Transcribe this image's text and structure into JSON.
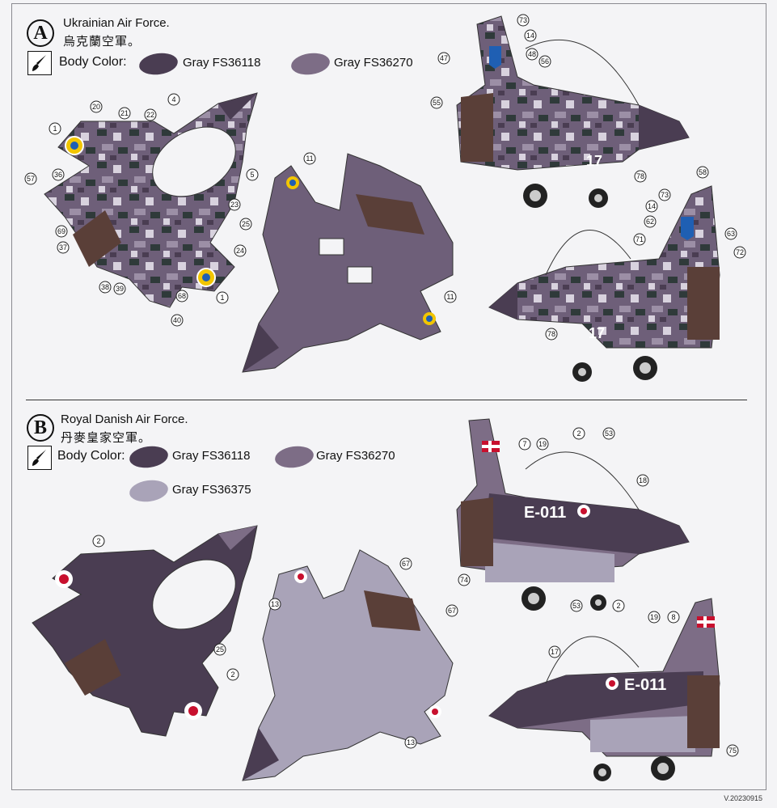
{
  "sections": [
    {
      "letter": "A",
      "title_en": "Ukrainian Air Force.",
      "title_zh": "烏克蘭空軍。",
      "body_color_label": "Body Color:",
      "colors": [
        {
          "name": "Gray FS36118",
          "hex": "#4a3d52"
        },
        {
          "name": "Gray FS36270",
          "hex": "#7d6d86"
        }
      ],
      "tail_number": "17",
      "callouts": [
        "73",
        "14",
        "47",
        "48",
        "56",
        "55",
        "78",
        "58",
        "62",
        "63",
        "71",
        "72",
        "20",
        "21",
        "22",
        "4",
        "1",
        "57",
        "36",
        "5",
        "23",
        "25",
        "24",
        "69",
        "37",
        "38",
        "39",
        "68",
        "40",
        "11"
      ]
    },
    {
      "letter": "B",
      "title_en": "Royal Danish Air Force.",
      "title_zh": "丹麥皇家空軍。",
      "body_color_label": "Body Color:",
      "colors": [
        {
          "name": "Gray FS36118",
          "hex": "#4a3d52"
        },
        {
          "name": "Gray FS36270",
          "hex": "#7d6d86"
        },
        {
          "name": "Gray FS36375",
          "hex": "#a9a3b8"
        }
      ],
      "fuselage_code": "E-011",
      "callouts": [
        "7",
        "19",
        "2",
        "53",
        "18",
        "74",
        "8",
        "17",
        "75",
        "25",
        "13",
        "67"
      ]
    }
  ],
  "version": "V.20230915"
}
